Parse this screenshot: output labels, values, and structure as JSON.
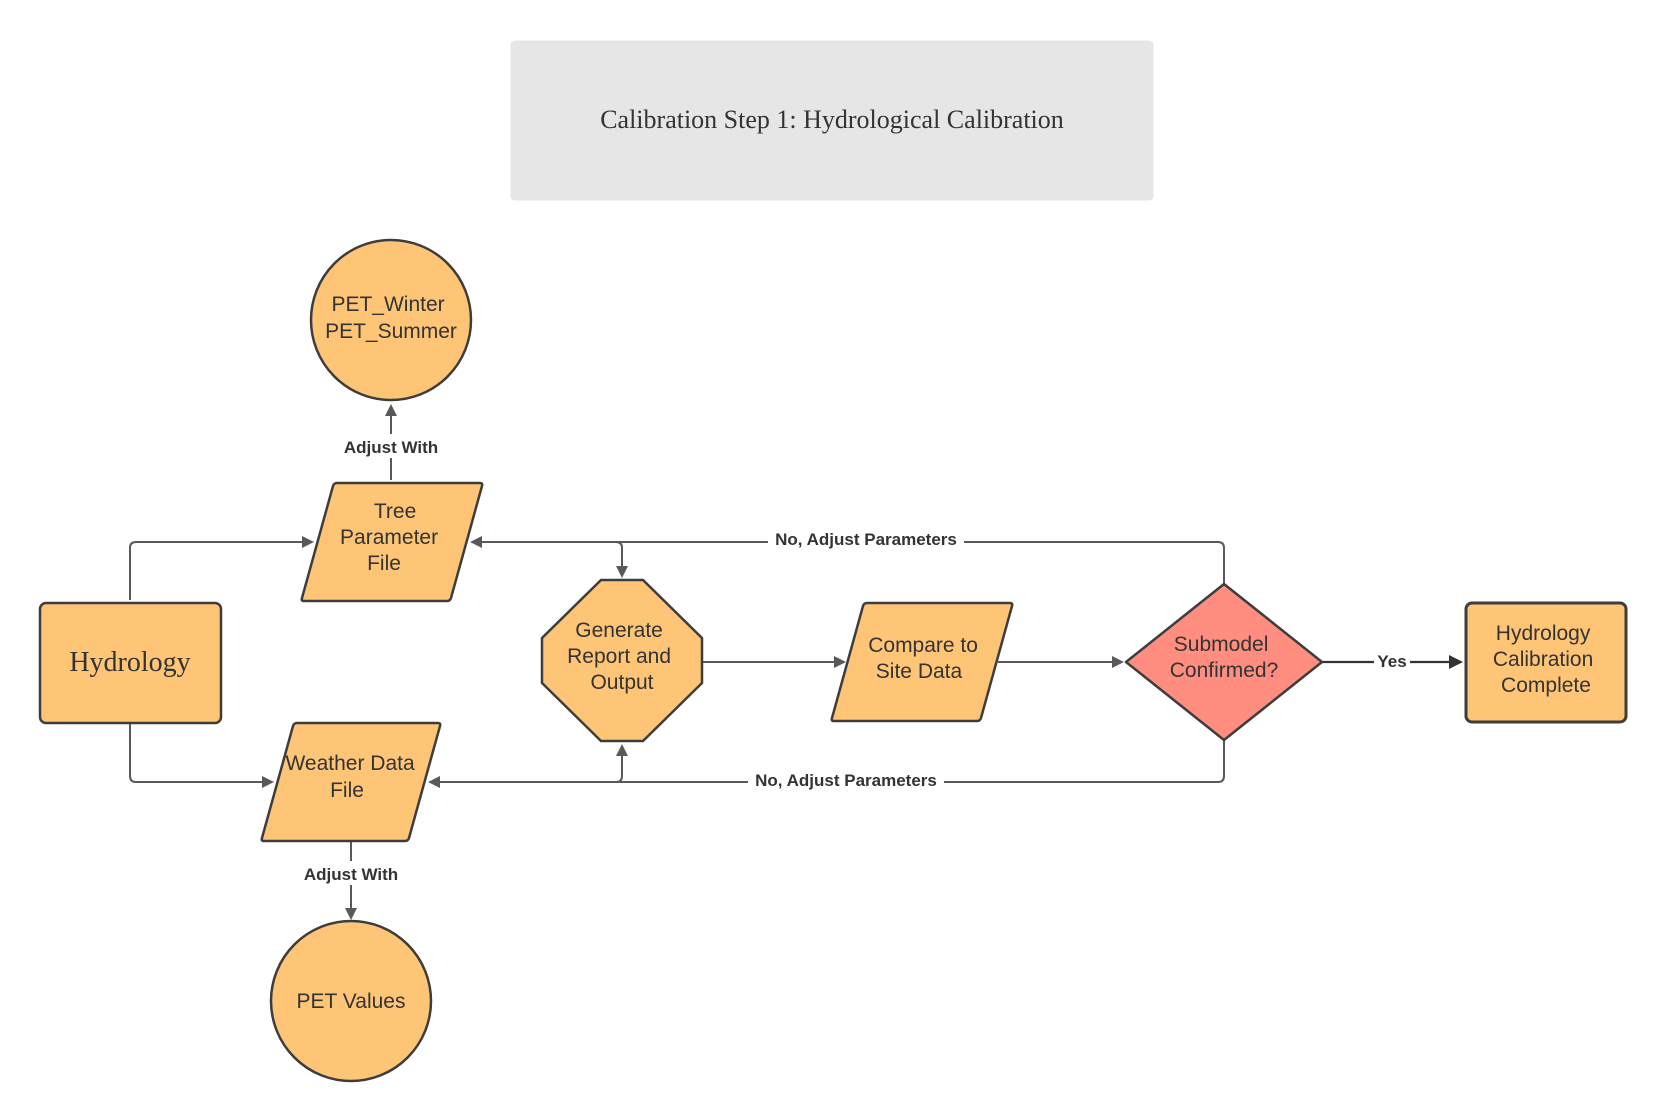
{
  "title": "Calibration Step 1: Hydrological Calibration",
  "nodes": {
    "hydrology": "Hydrology",
    "pet_seasonal": [
      "PET_Winter",
      "PET_Summer"
    ],
    "tree_parameter_file": [
      "Tree",
      "Parameter",
      "File"
    ],
    "weather_data_file": [
      "Weather Data",
      "File"
    ],
    "pet_values": "PET Values",
    "generate_report": [
      "Generate",
      "Report and",
      "Output"
    ],
    "compare_site_data": [
      "Compare to",
      "Site Data"
    ],
    "submodel_confirmed": [
      "Submodel",
      "Confirmed?"
    ],
    "calibration_complete": [
      "Hydrology",
      "Calibration",
      "Complete"
    ]
  },
  "edges": {
    "adjust_with_top": "Adjust With",
    "adjust_with_bottom": "Adjust With",
    "no_adjust_top": "No, Adjust Parameters",
    "no_adjust_bottom": "No, Adjust Parameters",
    "yes": "Yes"
  },
  "colors": {
    "node_fill": "#ffc577",
    "decision_fill": "#ff8d80",
    "title_fill": "#e6e6e6",
    "stroke": "#3d3d3d"
  }
}
